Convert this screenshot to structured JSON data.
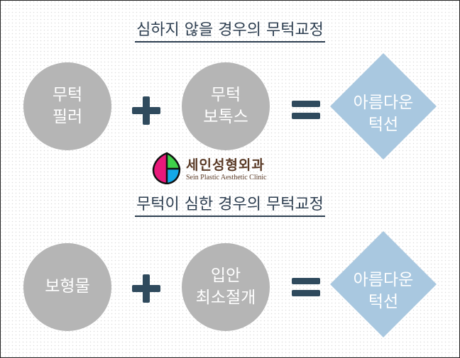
{
  "sections": [
    {
      "title": "심하지 않을 경우의 무턱교정",
      "items": [
        "무턱\n필러",
        "무턱\n보톡스"
      ],
      "result": "아름다운\n턱선"
    },
    {
      "title": "무턱이 심한 경우의 무턱교정",
      "items": [
        "보형물",
        "입안\n최소절개"
      ],
      "result": "아름다운\n턱선"
    }
  ],
  "logo": {
    "name_ko": "세인성형외과",
    "name_en": "Sein Plastic Aesthetic Clinic"
  },
  "colors": {
    "circle": "#b5b5b5",
    "diamond": "#a9c8e0",
    "operator": "#2f4a5d",
    "title": "#2d3e50"
  }
}
